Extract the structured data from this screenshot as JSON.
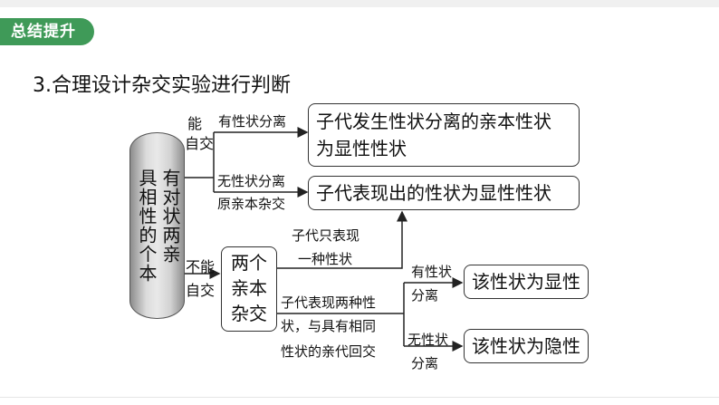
{
  "header": {
    "badge": "总结提升",
    "title": "3.合理设计杂交实验进行判断"
  },
  "diagram": {
    "root": {
      "col1": "有对状两亲",
      "col2": "具相性的个本"
    },
    "cross_box": {
      "line1": "两个",
      "line2": "亲本",
      "line3": "杂交"
    },
    "labels": {
      "can_self_1": "能",
      "can_self_2": "自交",
      "segregation_yes": "有性状分离",
      "segregation_no": "无性状分离",
      "cross_parents": "原亲本杂交",
      "cannot_self_1": "不能",
      "cannot_self_2": "自交",
      "one_trait_1": "子代只表现",
      "one_trait_2": "一种性状",
      "two_traits_1": "子代表现两种性",
      "two_traits_2": "状，与具有相同",
      "two_traits_3": "性状的亲代回交",
      "seg_yes_1": "有性状",
      "seg_yes_2": "分离",
      "seg_no_1": "无性状",
      "seg_no_2": "分离"
    },
    "results": {
      "r1_line1": "子代发生性状分离的亲本性状",
      "r1_line2": "为显性性状",
      "r2": "子代表现出的性状为显性性状",
      "r3": "该性状为显性",
      "r4": "该性状为隐性"
    }
  }
}
